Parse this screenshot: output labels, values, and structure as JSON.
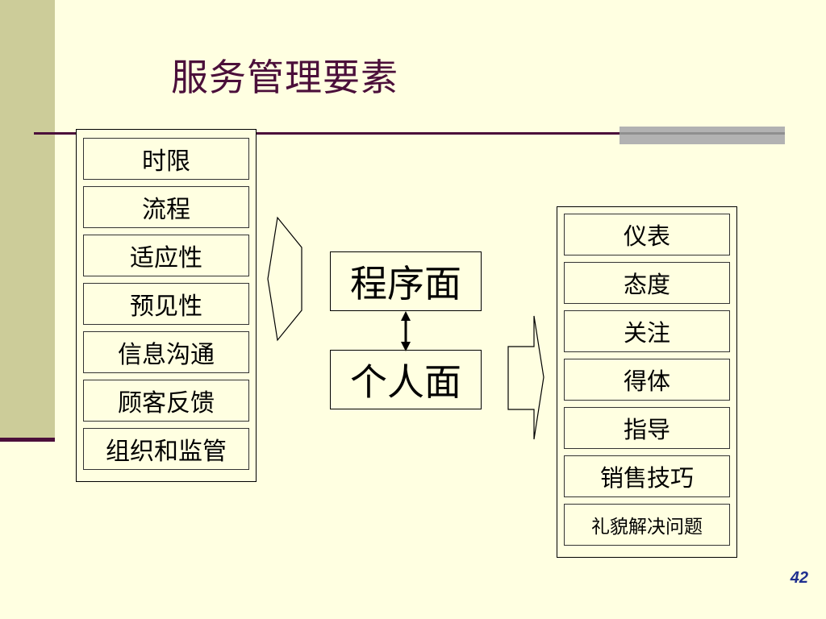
{
  "title": "服务管理要素",
  "left_group": {
    "items": [
      "时限",
      "流程",
      "适应性",
      "预见性",
      "信息沟通",
      "顾客反馈",
      "组织和监管"
    ]
  },
  "center": {
    "top_label": "程序面",
    "bottom_label": "个人面"
  },
  "right_group": {
    "items": [
      "仪表",
      "态度",
      "关注",
      "得体",
      "指导",
      "销售技巧",
      "礼貌解决问题"
    ]
  },
  "page_number": "42"
}
